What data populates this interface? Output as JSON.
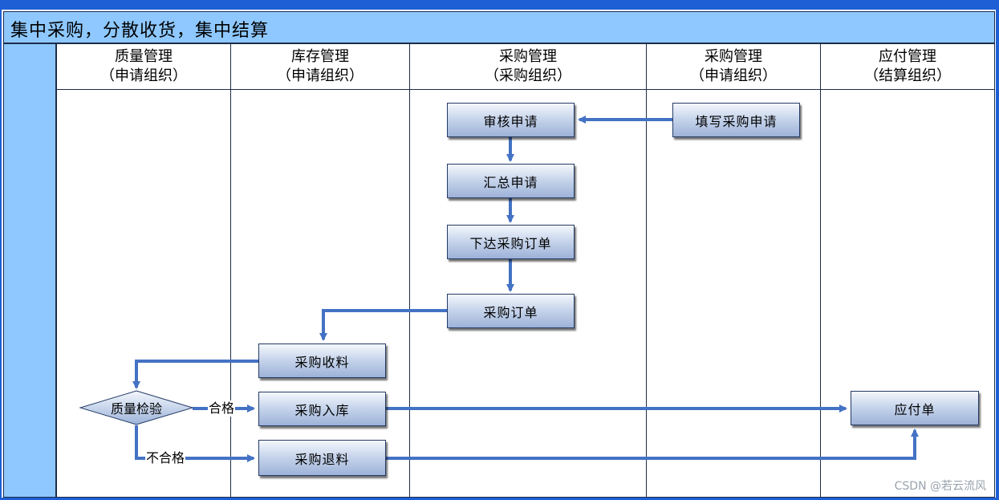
{
  "title": "集中采购，分散收货，集中结算",
  "lanes": [
    {
      "name": "质量管理",
      "org": "（申请组织）"
    },
    {
      "name": "库存管理",
      "org": "（申请组织）"
    },
    {
      "name": "采购管理",
      "org": "（采购组织）"
    },
    {
      "name": "采购管理",
      "org": "（申请组织）"
    },
    {
      "name": "应付管理",
      "org": "（结算组织）"
    }
  ],
  "nodes": {
    "fill_request": "填写采购申请",
    "review_request": "审核申请",
    "summarize_request": "汇总申请",
    "issue_po": "下达采购订单",
    "purchase_order": "采购订单",
    "receive_material": "采购收料",
    "quality_check": "质量检验",
    "stock_in": "采购入库",
    "return_material": "采购退料",
    "payable": "应付单"
  },
  "edge_labels": {
    "pass": "合格",
    "fail": "不合格"
  },
  "colors": {
    "frame": "#1e5fd6",
    "header_fill": "#8ec8ff",
    "arrow": "#4472c4"
  },
  "watermark": "CSDN @若云流风"
}
